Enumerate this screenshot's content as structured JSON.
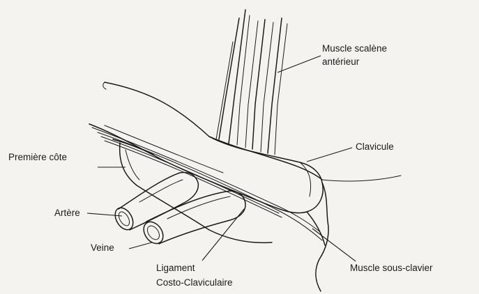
{
  "labels": {
    "muscle_scalene": [
      "Muscle scalène",
      "antérieur"
    ],
    "clavicule": "Clavicule",
    "premiere_cote": "Première côte",
    "artere": "Artère",
    "veine": "Veine",
    "ligament": [
      "Ligament",
      "Costo-Claviculaire"
    ],
    "muscle_sous_clavier": "Muscle sous-clavier"
  },
  "colors": {
    "ink": "#1a1a1a",
    "paper": "#f4f3f0"
  }
}
